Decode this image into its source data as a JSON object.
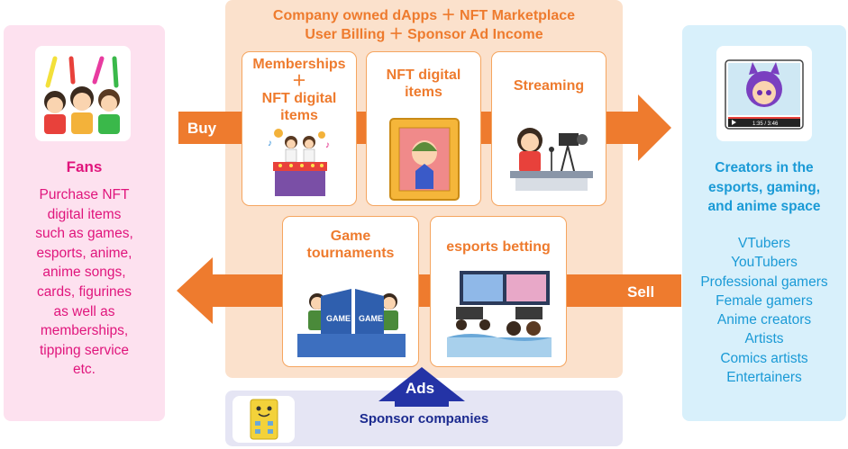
{
  "platform": {
    "title": "Company owned dApps ＋ NFT Marketplace\nUser Billing  ＋  Sponsor  Ad Income"
  },
  "cards": {
    "memberships": "Memberships\n＋\nNFT digital\nitems",
    "nft": "NFT digital\nitems",
    "streaming": "Streaming",
    "tournaments": "Game\ntournaments",
    "betting": "esports betting"
  },
  "arrows": {
    "buy": "Buy",
    "sell": "Sell",
    "ads": "Ads"
  },
  "fans": {
    "title": "Fans",
    "description": "Purchase NFT\ndigital items\nsuch as games,\nesports, anime,\nanime songs,\ncards, figurines\nas well as\nmemberships,\ntipping service\netc."
  },
  "creators": {
    "title": "Creators in the\nesports, gaming,\nand anime space",
    "list": "VTubers\nYouTubers\nProfessional gamers\nFemale gamers\nAnime creators\nArtists\nComics artists\nEntertainers"
  },
  "sponsor": {
    "label": "Sponsor companies"
  },
  "illustration_text": {
    "game_left": "GAME",
    "game_right": "GAME",
    "video_time": "1:35 / 3:46"
  },
  "colors": {
    "orange": "#ee7b2e",
    "pink": "#e0157c",
    "blue": "#1a9ad6",
    "navy": "#1b2a8f"
  }
}
